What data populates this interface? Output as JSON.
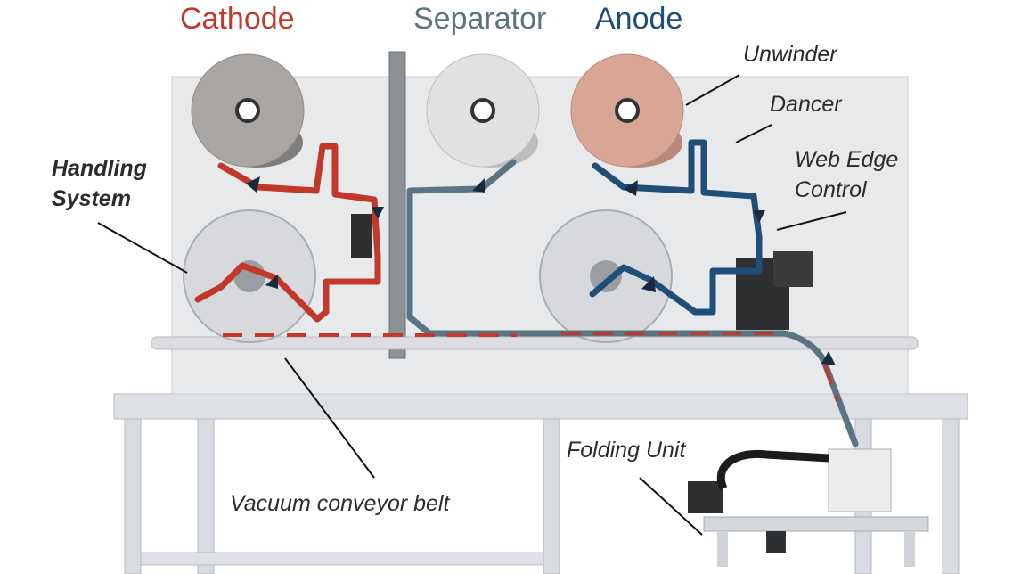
{
  "headers": {
    "cathode": "Cathode",
    "separator": "Separator",
    "anode": "Anode"
  },
  "labels": {
    "unwinder": "Unwinder",
    "dancer": "Dancer",
    "web_edge_control_line1": "Web Edge",
    "web_edge_control_line2": "Control",
    "handling_system_line1": "Handling",
    "handling_system_line2": "System",
    "folding_unit": "Folding Unit",
    "vacuum_conveyor_belt": "Vacuum conveyor belt"
  },
  "colors": {
    "cathode": "#c0392b",
    "separator": "#5a7482",
    "anode": "#1f4e79",
    "frame": "#dcdfe3",
    "panel": "#e8e9eb",
    "cathode_roll": "#a9a6a3",
    "separator_roll": "#e1e1e1",
    "anode_roll": "#d9a594"
  }
}
